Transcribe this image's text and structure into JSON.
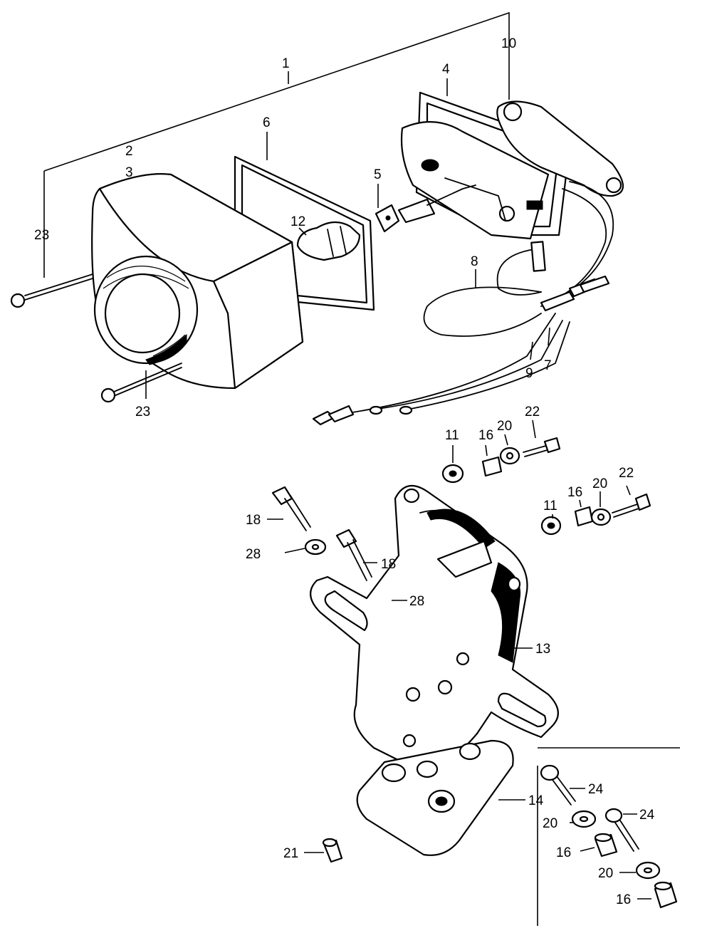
{
  "callouts": {
    "c1": "1",
    "c2": "2",
    "c3": "3",
    "c4": "4",
    "c5": "5",
    "c6": "6",
    "c7": "7",
    "c8": "8",
    "c9": "9",
    "c10": "10",
    "c11a": "11",
    "c11b": "11",
    "c12": "12",
    "c13": "13",
    "c14": "14",
    "c16a": "16",
    "c16b": "16",
    "c16c": "16",
    "c16d": "16",
    "c18a": "18",
    "c18b": "18",
    "c20a": "20",
    "c20b": "20",
    "c20c": "20",
    "c20d": "20",
    "c21": "21",
    "c22a": "22",
    "c22b": "22",
    "c23a": "23",
    "c23b": "23",
    "c24a": "24",
    "c24b": "24",
    "c28a": "28",
    "c28b": "28"
  }
}
